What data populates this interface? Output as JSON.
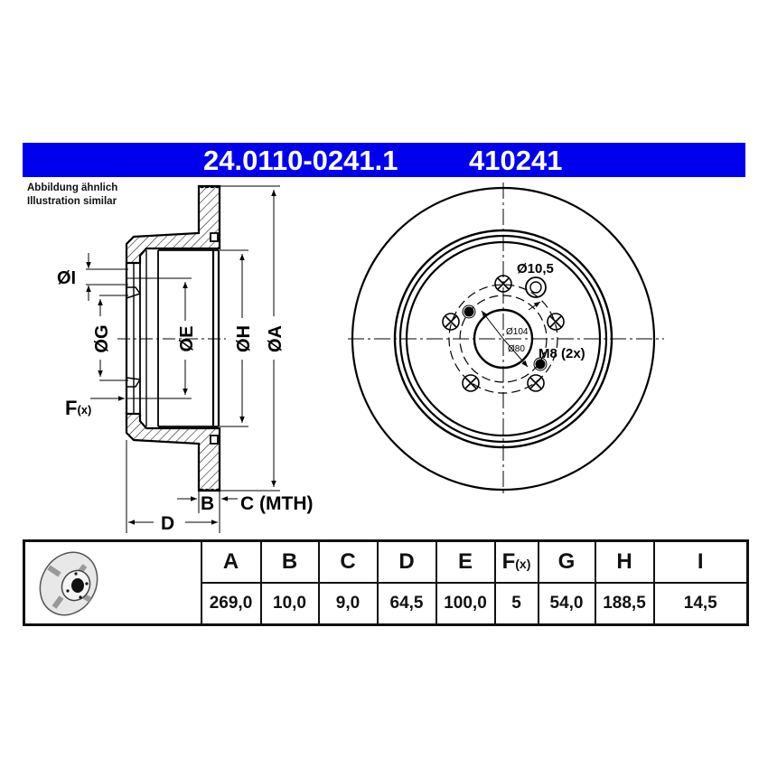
{
  "header": {
    "part_number": "24.0110-0241.1",
    "ref_number": "410241",
    "background_color": "#0000ee",
    "text_color": "#ffffff"
  },
  "note": {
    "line1": "Abbildung ähnlich",
    "line2": "Illustration similar"
  },
  "section_view": {
    "labels": {
      "A": "ØA",
      "E": "ØE",
      "G": "ØG",
      "H": "ØH",
      "I": "ØI",
      "F_main": "F",
      "F_sub": "(x)",
      "B": "B",
      "C": "C (MTH)",
      "D": "D"
    }
  },
  "front_view": {
    "bolt_hole_label": "Ø10,5",
    "pcd_label": "Ø104",
    "center_bore_label": "Ø80",
    "thread_label": "M8 (2x)"
  },
  "table": {
    "thumbnail_icon": "brake-disc-icon",
    "columns": [
      {
        "key": "A",
        "label": "A",
        "sub": "",
        "value": "269,0"
      },
      {
        "key": "B",
        "label": "B",
        "sub": "",
        "value": "10,0"
      },
      {
        "key": "C",
        "label": "C",
        "sub": "",
        "value": "9,0"
      },
      {
        "key": "D",
        "label": "D",
        "sub": "",
        "value": "64,5"
      },
      {
        "key": "E",
        "label": "E",
        "sub": "",
        "value": "100,0"
      },
      {
        "key": "F",
        "label": "F",
        "sub": "(x)",
        "value": "5"
      },
      {
        "key": "G",
        "label": "G",
        "sub": "",
        "value": "54,0"
      },
      {
        "key": "H",
        "label": "H",
        "sub": "",
        "value": "188,5"
      },
      {
        "key": "I",
        "label": "I",
        "sub": "",
        "value": "14,5"
      }
    ]
  }
}
